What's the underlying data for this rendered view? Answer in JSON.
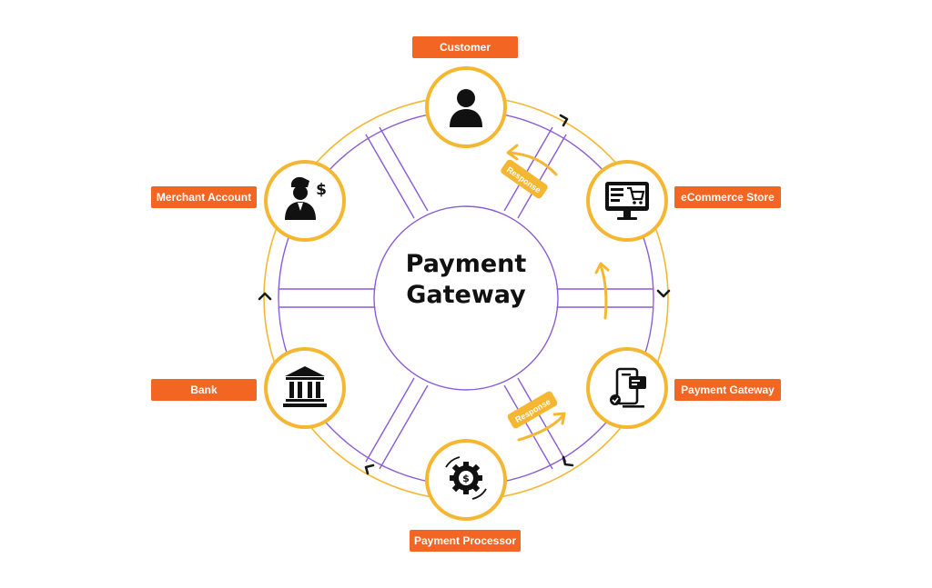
{
  "center": {
    "line1": "Payment",
    "line2": "Gateway"
  },
  "nodes": [
    {
      "label": "Customer",
      "icon": "person-icon"
    },
    {
      "label": "eCommerce Store",
      "icon": "monitor-cart-icon"
    },
    {
      "label": "Payment Gateway",
      "icon": "phone-card-icon"
    },
    {
      "label": "Payment Processor",
      "icon": "gear-dollar-icon"
    },
    {
      "label": "Bank",
      "icon": "bank-icon"
    },
    {
      "label": "Merchant Account",
      "icon": "merchant-dollar-icon"
    }
  ],
  "response_tags": [
    "Response",
    "Response"
  ],
  "colors": {
    "accent_orange": "#f26522",
    "ring_yellow": "#f5b731",
    "spoke_purple": "#8a5bd6",
    "text_dark": "#111111"
  }
}
